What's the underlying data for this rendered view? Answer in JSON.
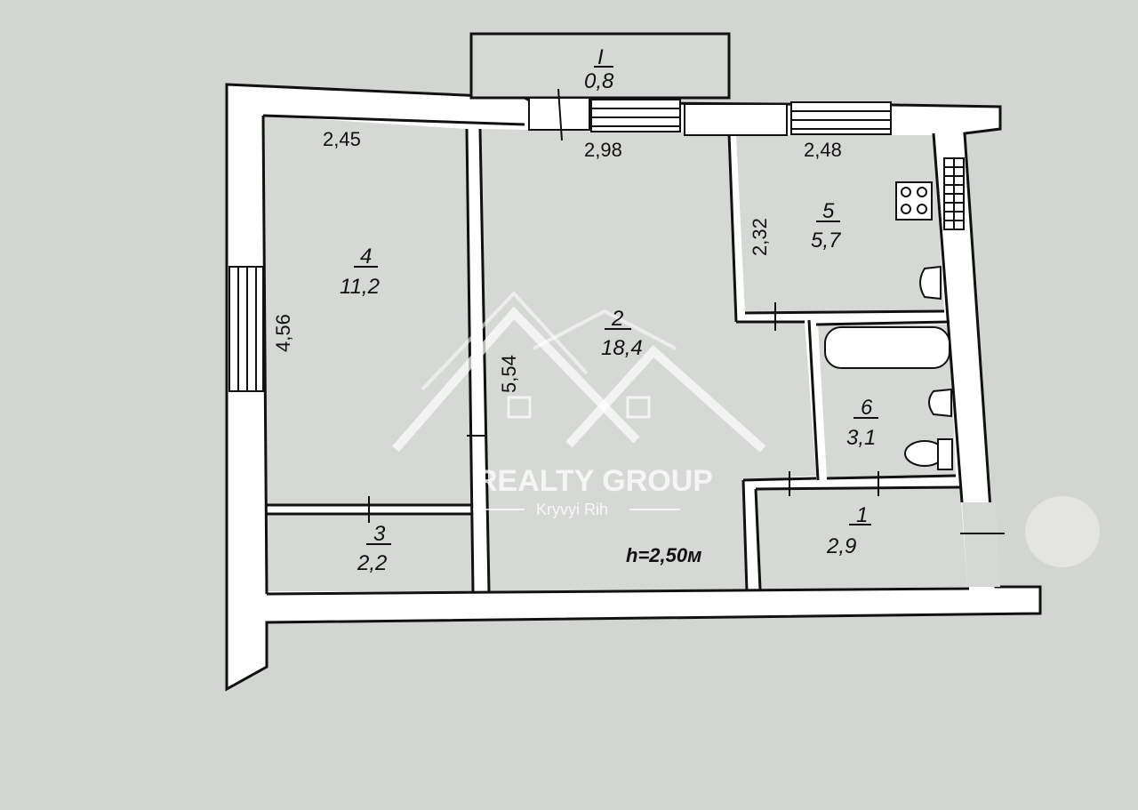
{
  "rooms": [
    {
      "id": "I",
      "area": "0,8"
    },
    {
      "id": "1",
      "area": "2,9"
    },
    {
      "id": "2",
      "area": "18,4"
    },
    {
      "id": "3",
      "area": "2,2"
    },
    {
      "id": "4",
      "area": "11,2"
    },
    {
      "id": "5",
      "area": "5,7"
    },
    {
      "id": "6",
      "area": "3,1"
    }
  ],
  "dimensions": {
    "room4_width": "2,45",
    "room2_width": "2,98",
    "room5_width": "2,48",
    "room5_depth": "2,32",
    "room4_depth": "4,56",
    "room2_depth": "5,54"
  },
  "ceiling_height": "h=2,50м",
  "watermark": {
    "brand": "REALTY GROUP",
    "city": "Kryvyi Rih"
  }
}
